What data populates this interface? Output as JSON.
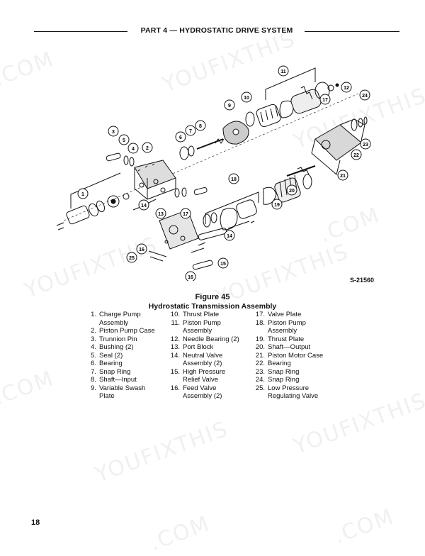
{
  "header": {
    "title": "PART 4 — HYDROSTATIC DRIVE SYSTEM"
  },
  "figure": {
    "ref": "S-21560",
    "callouts": [
      "1",
      "2",
      "3",
      "4",
      "5",
      "6",
      "7",
      "8",
      "9",
      "10",
      "11",
      "12",
      "13",
      "14",
      "15",
      "16",
      "17",
      "18",
      "19",
      "20",
      "21",
      "22",
      "23",
      "24",
      "25"
    ]
  },
  "caption": {
    "line1": "Figure 45",
    "line2": "Hydrostatic Transmission Assembly"
  },
  "legend": {
    "col1": [
      {
        "num": "1.",
        "text": "Charge Pump\nAssembly"
      },
      {
        "num": "2.",
        "text": "Piston Pump Case"
      },
      {
        "num": "3.",
        "text": "Trunnion Pin"
      },
      {
        "num": "4.",
        "text": "Bushing (2)"
      },
      {
        "num": "5.",
        "text": "Seal (2)"
      },
      {
        "num": "6.",
        "text": "Bearing"
      },
      {
        "num": "7.",
        "text": "Snap Ring"
      },
      {
        "num": "8.",
        "text": "Shaft—Input"
      },
      {
        "num": "9.",
        "text": "Variable Swash\nPlate"
      }
    ],
    "col2": [
      {
        "num": "10.",
        "text": "Thrust Plate"
      },
      {
        "num": "11.",
        "text": "Piston Pump\nAssembly"
      },
      {
        "num": "12.",
        "text": "Needle Bearing (2)"
      },
      {
        "num": "13.",
        "text": "Port Block"
      },
      {
        "num": "14.",
        "text": "Neutral Valve\nAssembly (2)"
      },
      {
        "num": "15.",
        "text": "High Pressure\nRelief Valve"
      },
      {
        "num": "16.",
        "text": "Feed Valve\nAssembly (2)"
      }
    ],
    "col3": [
      {
        "num": "17.",
        "text": "Valve Plate"
      },
      {
        "num": "18.",
        "text": "Piston Pump\nAssembly"
      },
      {
        "num": "19.",
        "text": "Thrust Plate"
      },
      {
        "num": "20.",
        "text": "Shaft—Output"
      },
      {
        "num": "21.",
        "text": "Piston Motor Case"
      },
      {
        "num": "22.",
        "text": "Bearing"
      },
      {
        "num": "23.",
        "text": "Snap Ring"
      },
      {
        "num": "24.",
        "text": "Snap Ring"
      },
      {
        "num": "25.",
        "text": "Low Pressure\nRegulating Valve"
      }
    ]
  },
  "page_number": "18",
  "watermarks": [
    "YOUFIXTHIS",
    ".COM"
  ]
}
